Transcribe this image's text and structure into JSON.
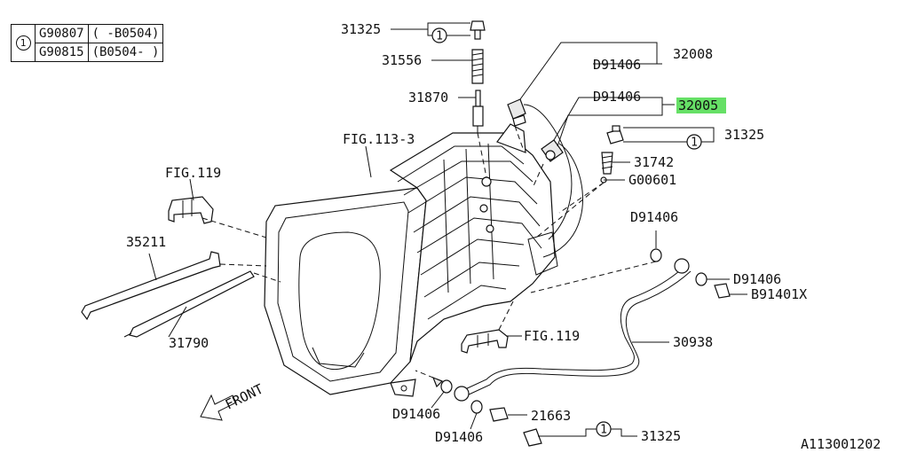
{
  "legend": {
    "marker": "1",
    "rows": [
      {
        "code": "G90807",
        "range": "(     -B0504)"
      },
      {
        "code": "G90815",
        "range": "(B0504-     )"
      }
    ]
  },
  "labels": {
    "p31325_top": "31325",
    "p31556": "31556",
    "p31870": "31870",
    "fig113": "FIG.113-3",
    "fig119_left": "FIG.119",
    "p35211": "35211",
    "p31790": "31790",
    "front": "FRONT",
    "p32008": "32008",
    "d91406_a": "D91406",
    "d91406_b": "D91406",
    "p32005": "32005",
    "p31325_right": "31325",
    "p31742": "31742",
    "g00601": "G00601",
    "d91406_c": "D91406",
    "d91406_d": "D91406",
    "b91401x": "B91401X",
    "fig119_bottom": "FIG.119",
    "p30938": "30938",
    "d91406_e": "D91406",
    "d91406_f": "D91406",
    "p21663": "21663",
    "p31325_bottom": "31325",
    "catalog_id": "A113001202"
  },
  "callouts": {
    "marker_1": "1",
    "marker_2": "1",
    "marker_3": "1"
  },
  "highlight_color": "#66e066"
}
